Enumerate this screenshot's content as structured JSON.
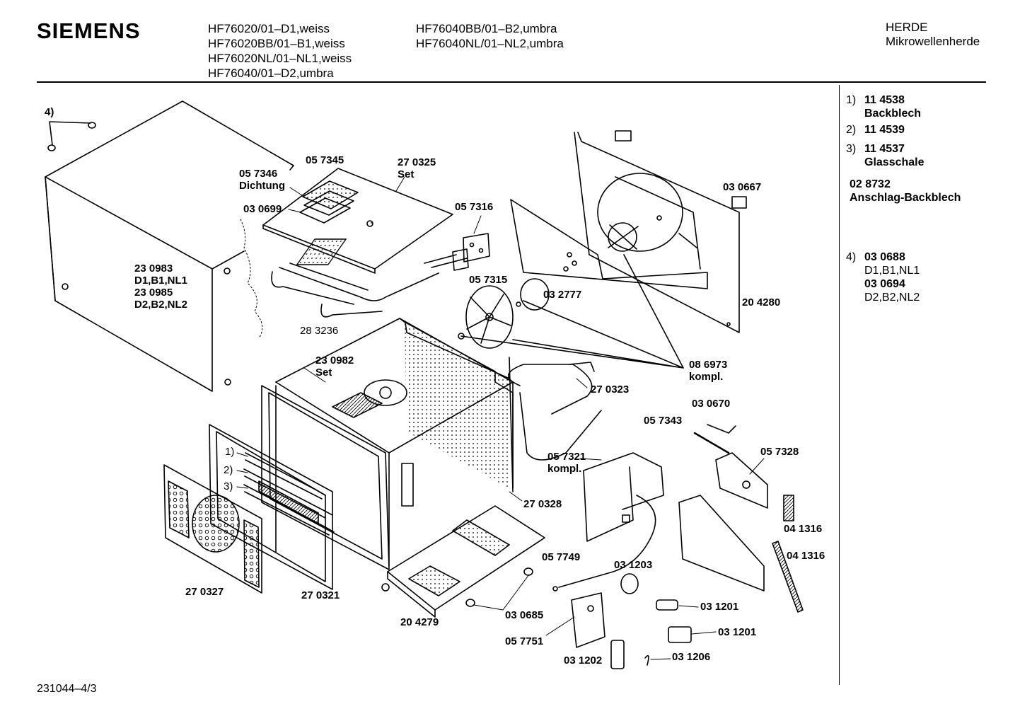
{
  "header": {
    "brand": "SIEMENS",
    "models_col1": [
      "HF76020/01–D1,weiss",
      "HF76020BB/01–B1,weiss",
      "HF76020NL/01–NL1,weiss",
      "HF76040/01–D2,umbra"
    ],
    "models_col2": [
      "HF76040BB/01–B2,umbra",
      "HF76040NL/01–NL2,umbra"
    ],
    "category": "HERDE",
    "subcategory": "Mikrowellenherde"
  },
  "legend": {
    "item1_num": "1)",
    "item1_part": "11 4538",
    "item1_name": "Backblech",
    "item2_num": "2)",
    "item2_part": "11 4539",
    "item3_num": "3)",
    "item3_part": "11 4537",
    "item3_name": "Glasschale",
    "extra_part": "02 8732",
    "extra_name": "Anschlag-Backblech",
    "item4_num": "4)",
    "item4_part_a": "03 0688",
    "item4_variant_a": "D1,B1,NL1",
    "item4_part_b": "03 0694",
    "item4_variant_b": "D2,B2,NL2"
  },
  "labels": {
    "l_4": "4)",
    "l_057345": "05 7345",
    "l_270325": "27 0325",
    "l_set1": "Set",
    "l_057346": "05 7346",
    "l_dichtung": "Dichtung",
    "l_030699": "03 0699",
    "l_057316": "05 7316",
    "l_030667": "03 0667",
    "l_230983": "23 0983",
    "l_d1b1nl1": "D1,B1,NL1",
    "l_230985": "23 0985",
    "l_d2b2nl2": "D2,B2,NL2",
    "l_057315": "05 7315",
    "l_032777": "03 2777",
    "l_204280": "20 4280",
    "l_283236": "28 3236",
    "l_230982": "23 0982",
    "l_set2": "Set",
    "l_086973": "08 6973",
    "l_kompl1": "kompl.",
    "l_270323": "27 0323",
    "l_030670": "03 0670",
    "l_057343": "05 7343",
    "l_057321": "05 7321",
    "l_kompl2": "kompl.",
    "l_057328": "05 7328",
    "l_1": "1)",
    "l_2": "2)",
    "l_3": "3)",
    "l_270328": "27 0328",
    "l_041316a": "04 1316",
    "l_041316b": "04 1316",
    "l_057749": "05 7749",
    "l_031203": "03 1203",
    "l_270327": "27 0327",
    "l_270321": "27 0321",
    "l_031201a": "03 1201",
    "l_031201b": "03 1201",
    "l_030685": "03 0685",
    "l_204279": "20 4279",
    "l_057751": "05 7751",
    "l_031202": "03 1202",
    "l_031206": "03 1206"
  },
  "footer": {
    "doc_number": "231044–4/3"
  }
}
